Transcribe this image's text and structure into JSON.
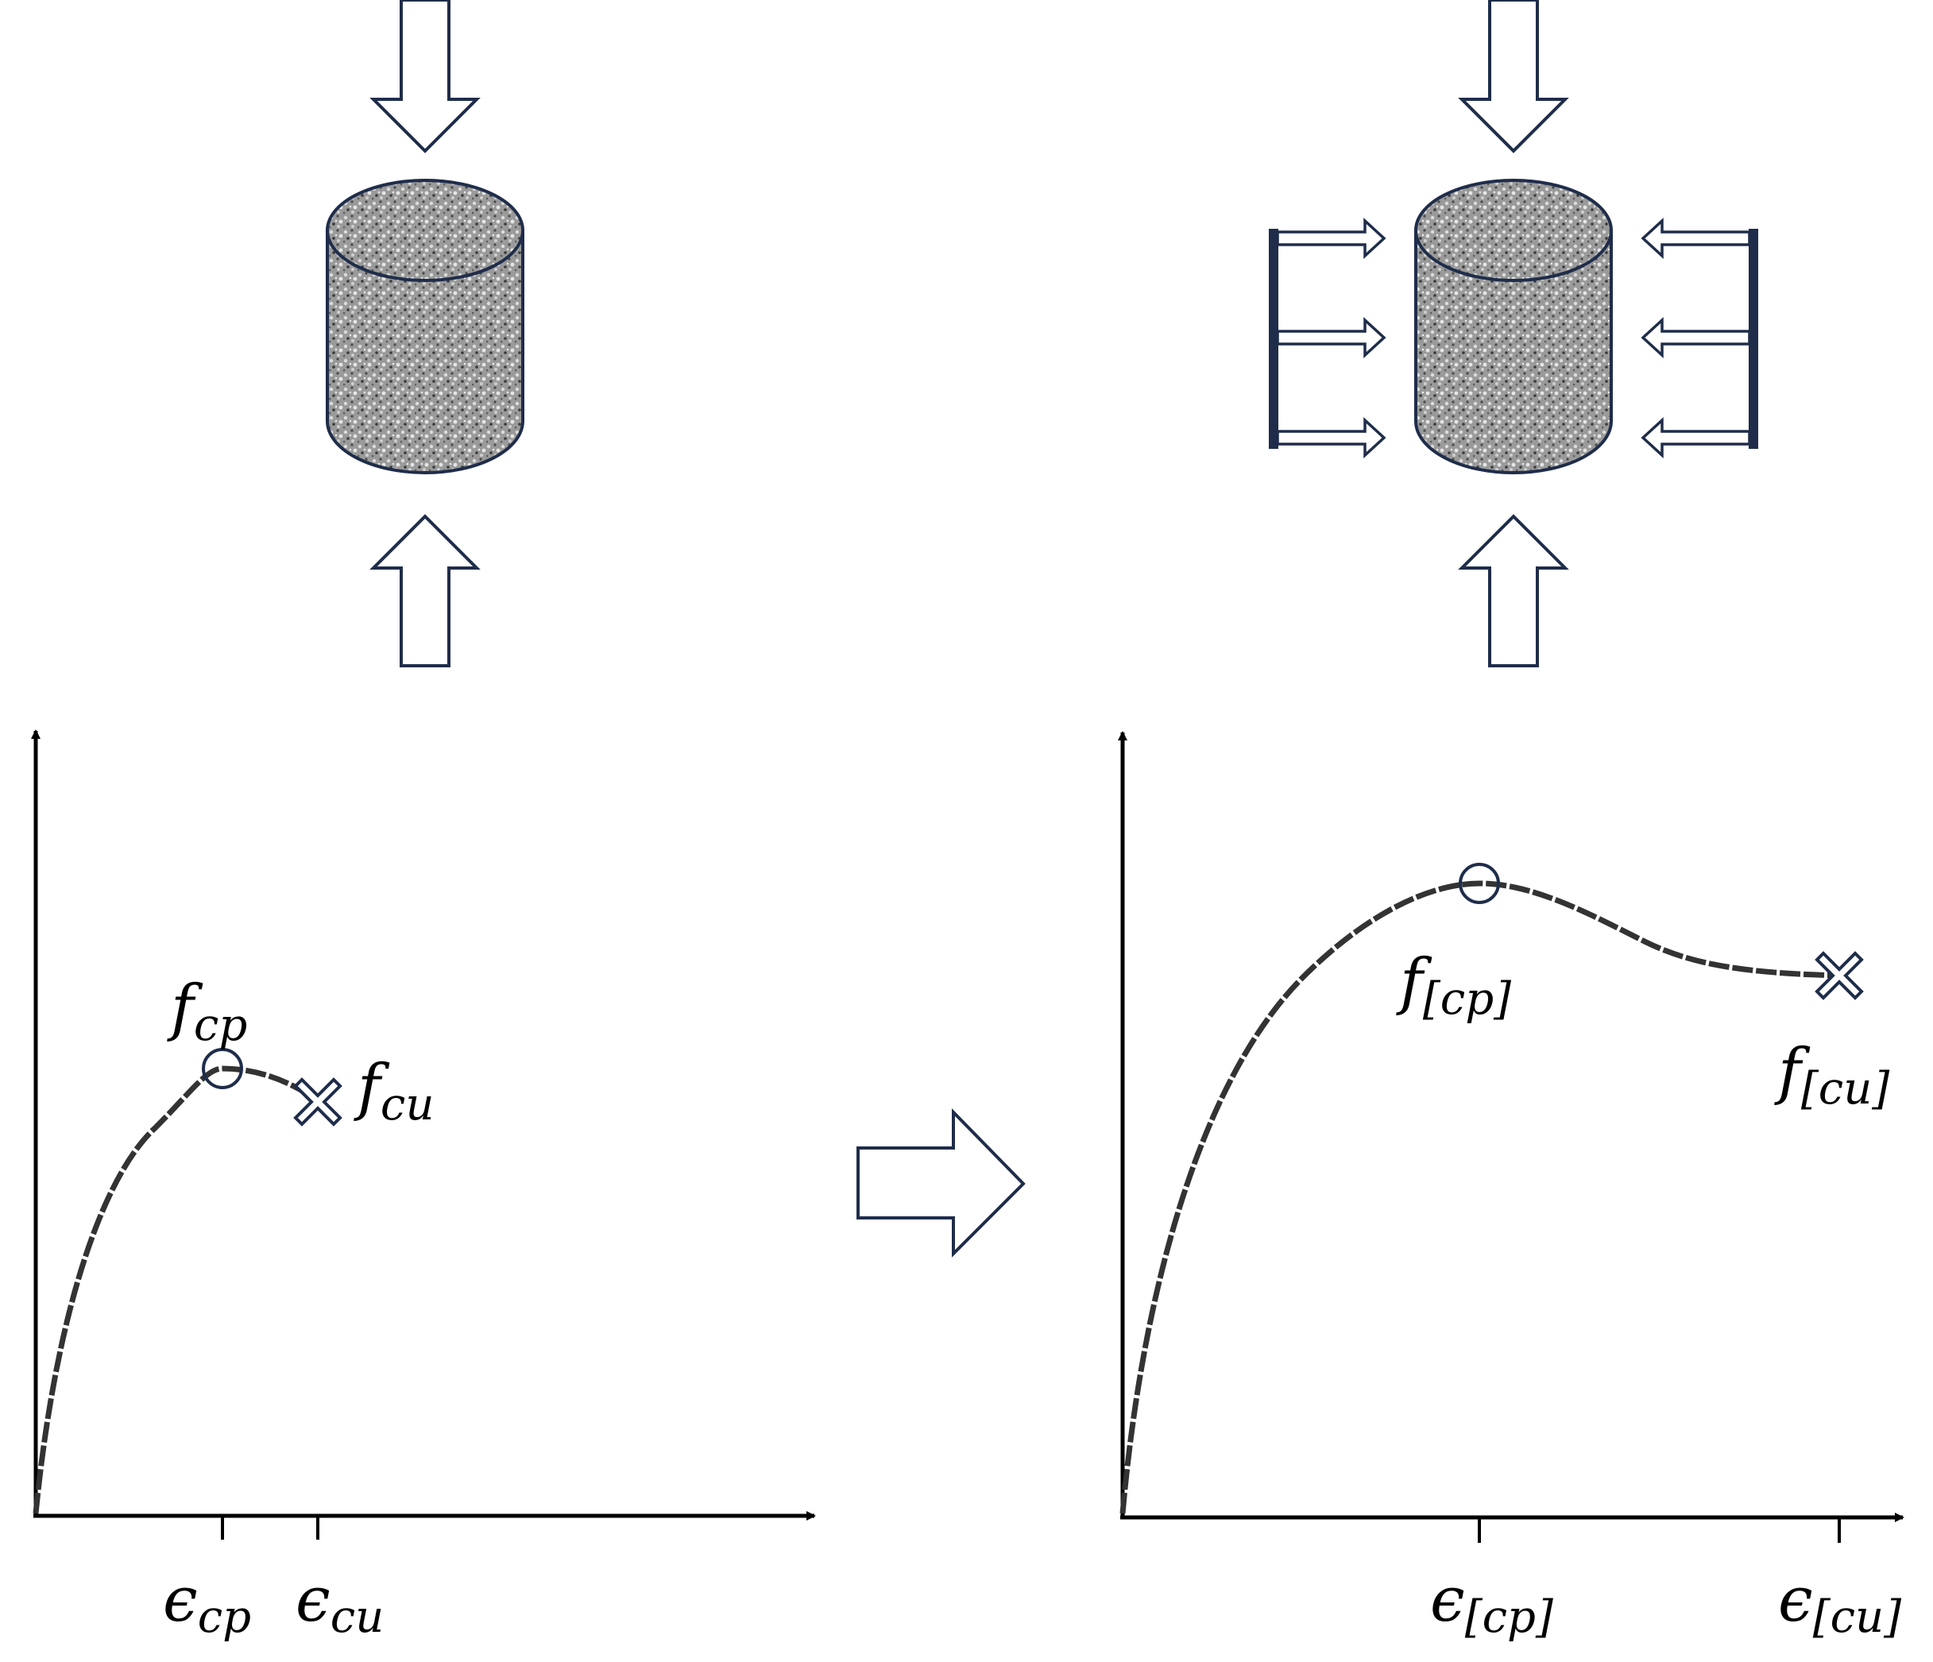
{
  "colors": {
    "outline": "#1f2d4a",
    "axis": "#000000",
    "curve": "#333333",
    "background": "#ffffff",
    "texture_dark": "#555555",
    "texture_light": "#c8c8c8"
  },
  "icons": {
    "load_arrow": "hollow-arrow-icon",
    "specimen": "concrete-cylinder-icon",
    "confinement": "confining-pressure-arrow-icon",
    "peak_marker": "circle-marker-icon",
    "ultimate_marker": "x-cross-marker-icon"
  },
  "panels": {
    "unconfined": {
      "peak_label": {
        "base": "f",
        "sub": "cp"
      },
      "ultimate_label": {
        "base": "f",
        "sub": "cu"
      },
      "strain_peak_label": {
        "base": "ϵ",
        "sub": "cp"
      },
      "strain_ultimate_label": {
        "base": "ϵ",
        "sub": "cu"
      }
    },
    "confined": {
      "peak_label": {
        "base": "f",
        "sub": "[cp]"
      },
      "ultimate_label": {
        "base": "f",
        "sub": "[cu]"
      },
      "strain_peak_label": {
        "base": "ϵ",
        "sub": "[cp]"
      },
      "strain_ultimate_label": {
        "base": "ϵ",
        "sub": "[cu]"
      }
    }
  }
}
